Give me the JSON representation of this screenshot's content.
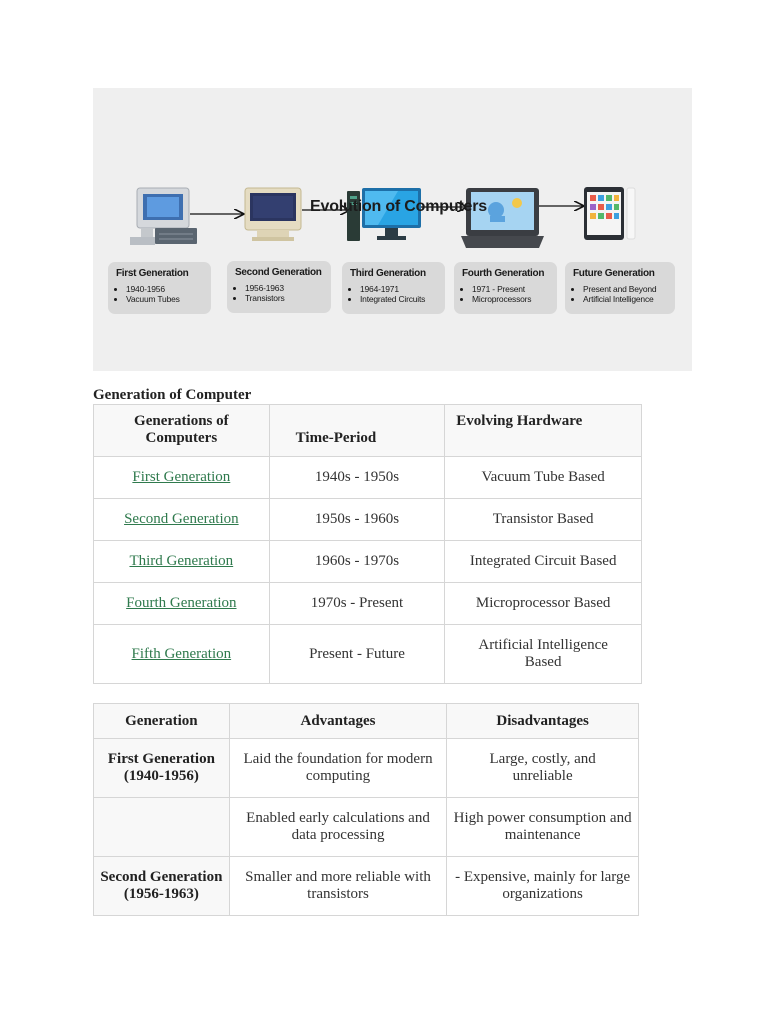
{
  "figure": {
    "title": "Evolution of Computers",
    "cards": [
      {
        "title": "First Generation",
        "bullets": [
          "1940-1956",
          "Vacuum Tubes"
        ]
      },
      {
        "title": "Second Generation",
        "bullets": [
          "1956-1963",
          "Transistors"
        ]
      },
      {
        "title": "Third Generation",
        "bullets": [
          "1964-1971",
          "Integrated Circuits"
        ]
      },
      {
        "title": "Fourth Generation",
        "bullets": [
          "1971 - Present",
          "Microprocessors"
        ]
      },
      {
        "title": "Future Generation",
        "bullets": [
          "Present and Beyond",
          "Artificial Intelligence"
        ]
      }
    ]
  },
  "caption": "Generation of Computer",
  "table1": {
    "headers": [
      "Generations of Computers",
      "Time-Period",
      "Evolving Hardware"
    ],
    "rows": [
      {
        "gen": "First Generation",
        "period": "1940s - 1950s",
        "hardware": "Vacuum Tube Based"
      },
      {
        "gen": "Second Generation",
        "period": "1950s - 1960s",
        "hardware": "Transistor Based"
      },
      {
        "gen": "Third Generation",
        "period": "1960s - 1970s",
        "hardware": "Integrated Circuit Based"
      },
      {
        "gen": "Fourth Generation",
        "period": "1970s - Present",
        "hardware": "Microprocessor Based"
      },
      {
        "gen": "Fifth Generation",
        "period": "Present - Future",
        "hardware": "Artificial Intelligence Based"
      }
    ]
  },
  "table2": {
    "headers": [
      "Generation",
      "Advantages",
      "Disadvantages"
    ],
    "rows": [
      {
        "gen": "First Generation (1940-1956)",
        "adv": "Laid the foundation for modern computing",
        "dis": "Large, costly, and unreliable"
      },
      {
        "gen": "",
        "adv": "Enabled early calculations and data processing",
        "dis": "High power consumption and maintenance"
      },
      {
        "gen": "Second Generation (1956-1963)",
        "adv": "Smaller and more reliable with transistors",
        "dis": "- Expensive, mainly for large organizations"
      }
    ]
  }
}
